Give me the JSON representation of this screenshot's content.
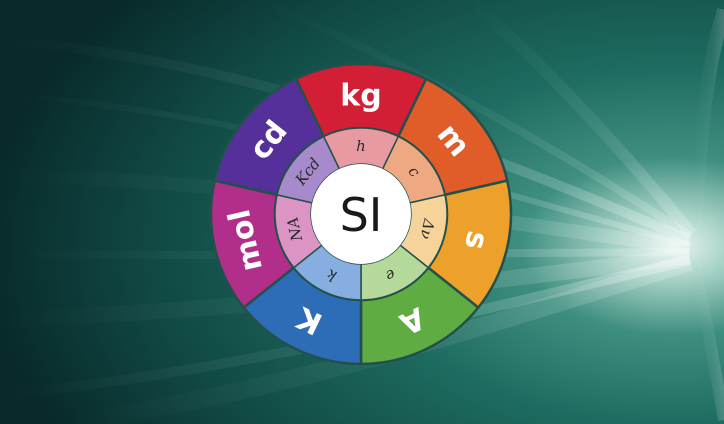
{
  "center": {
    "label": "SI",
    "color": "#ffffff"
  },
  "background": {
    "colors": [
      "#0a2f2e",
      "#1f6e63",
      "#d8efe9"
    ]
  },
  "units": [
    {
      "label": "kg",
      "constant": "h",
      "outer_color": "#d21f35",
      "inner_color": "#e79aa1"
    },
    {
      "label": "m",
      "constant": "c",
      "outer_color": "#e05c28",
      "inner_color": "#efa982"
    },
    {
      "label": "s",
      "constant": "Δν",
      "outer_color": "#eda12a",
      "inner_color": "#f5d39b"
    },
    {
      "label": "A",
      "constant": "e",
      "outer_color": "#5fac43",
      "inner_color": "#b4d99a"
    },
    {
      "label": "K",
      "constant": "k",
      "outer_color": "#2d6cb6",
      "inner_color": "#86aee0"
    },
    {
      "label": "mol",
      "constant": "NA",
      "outer_color": "#b12f8b",
      "inner_color": "#dc94c5"
    },
    {
      "label": "cd",
      "constant": "Kcd",
      "outer_color": "#55309a",
      "inner_color": "#a68acb"
    }
  ]
}
